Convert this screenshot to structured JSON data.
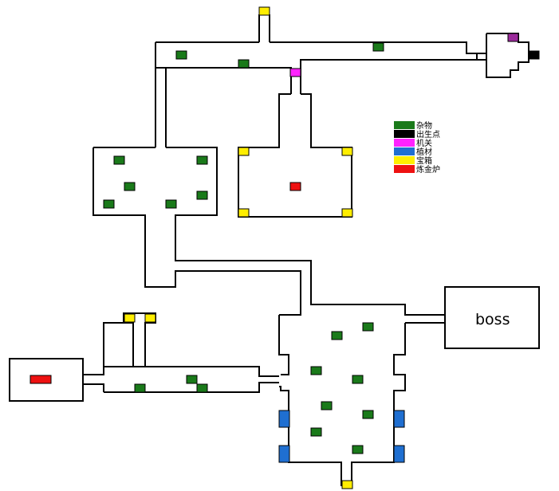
{
  "colors": {
    "misc": "#1a7a1a",
    "spawn": "#000000",
    "switch": "#ff22ff",
    "material": "#1f6fd1",
    "chest": "#ffee00",
    "furnace": "#ee1111",
    "switch_alt": "#9b2a9b"
  },
  "legend": [
    {
      "key": "misc",
      "label": "杂物"
    },
    {
      "key": "spawn",
      "label": "出生点"
    },
    {
      "key": "switch",
      "label": "机关"
    },
    {
      "key": "material",
      "label": "植材"
    },
    {
      "key": "chest",
      "label": "宝箱"
    },
    {
      "key": "furnace",
      "label": "炼金炉"
    }
  ],
  "rooms": {
    "boss_label": "boss"
  }
}
